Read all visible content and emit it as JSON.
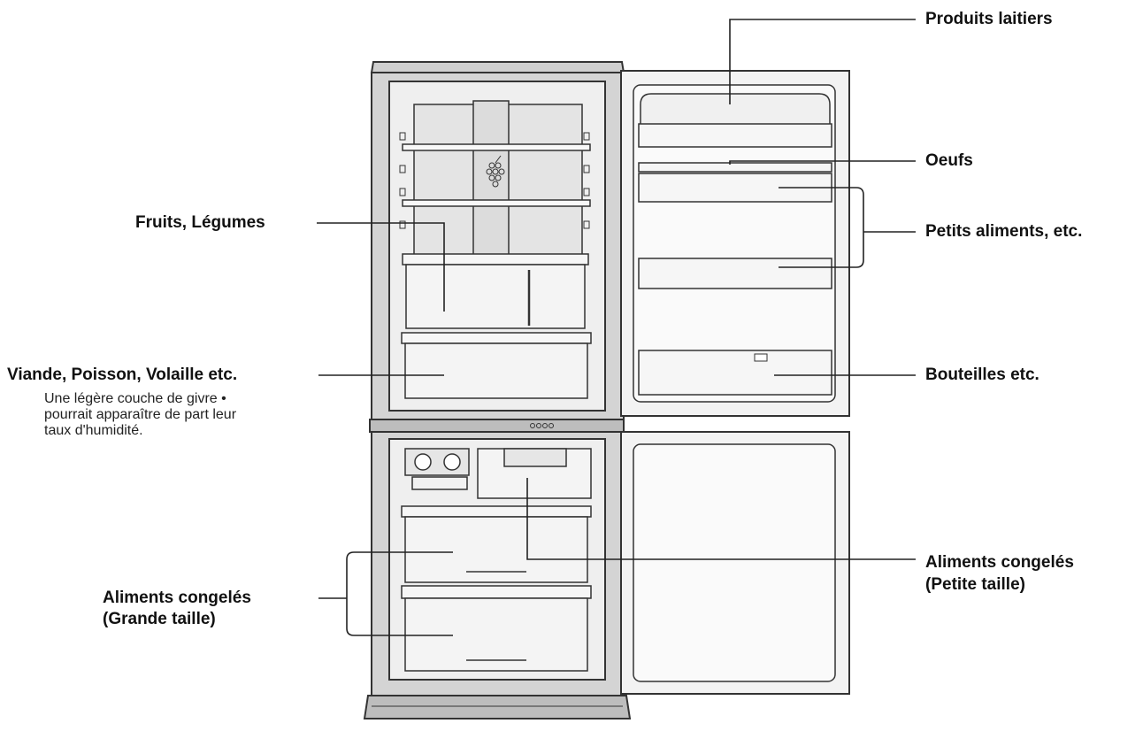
{
  "labels": {
    "dairy": "Produits laitiers",
    "eggs": "Oeufs",
    "small_foods": "Petits aliments, etc.",
    "bottles": "Bouteilles etc.",
    "fruits_vegetables": "Fruits, Légumes",
    "meat_fish_poultry": "Viande, Poisson, Volaille etc.",
    "frozen_large_line1": "Aliments congelés",
    "frozen_large_line2": "(Grande taille)",
    "frozen_small_line1": "Aliments congelés",
    "frozen_small_line2": "(Petite taille)"
  },
  "note": {
    "line1": "Une légère couche de givre •",
    "line2": "pourrait apparaître de part leur",
    "line3": "taux d'humidité."
  },
  "colors": {
    "outline": "#333333",
    "cabinet": "#d4d4d4",
    "interior": "#efefef",
    "back_wall": "#e4e4e4",
    "door_panel": "#f3f3f3"
  }
}
